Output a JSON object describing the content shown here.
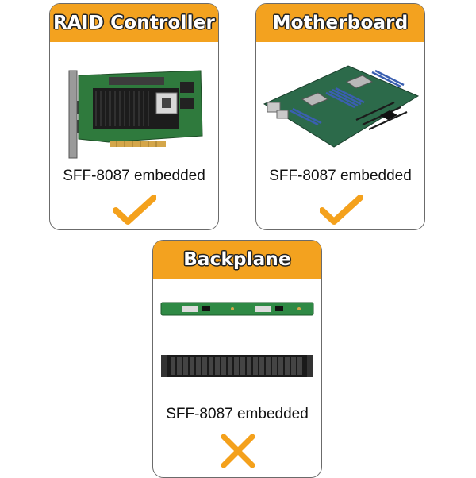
{
  "cards": [
    {
      "title": "RAID Controller",
      "caption": "SFF-8087 embedded",
      "result_icon": "checkmark-icon"
    },
    {
      "title": "Motherboard",
      "caption": "SFF-8087 embedded",
      "result_icon": "checkmark-icon"
    },
    {
      "title": "Backplane",
      "caption": "SFF-8087 embedded",
      "result_icon": "cross-icon"
    }
  ],
  "colors": {
    "header_orange": "#f3a21f",
    "mark_orange": "#f4a11c",
    "pcb_green": "#2f7a3d",
    "border_gray": "#6b6b6b"
  }
}
